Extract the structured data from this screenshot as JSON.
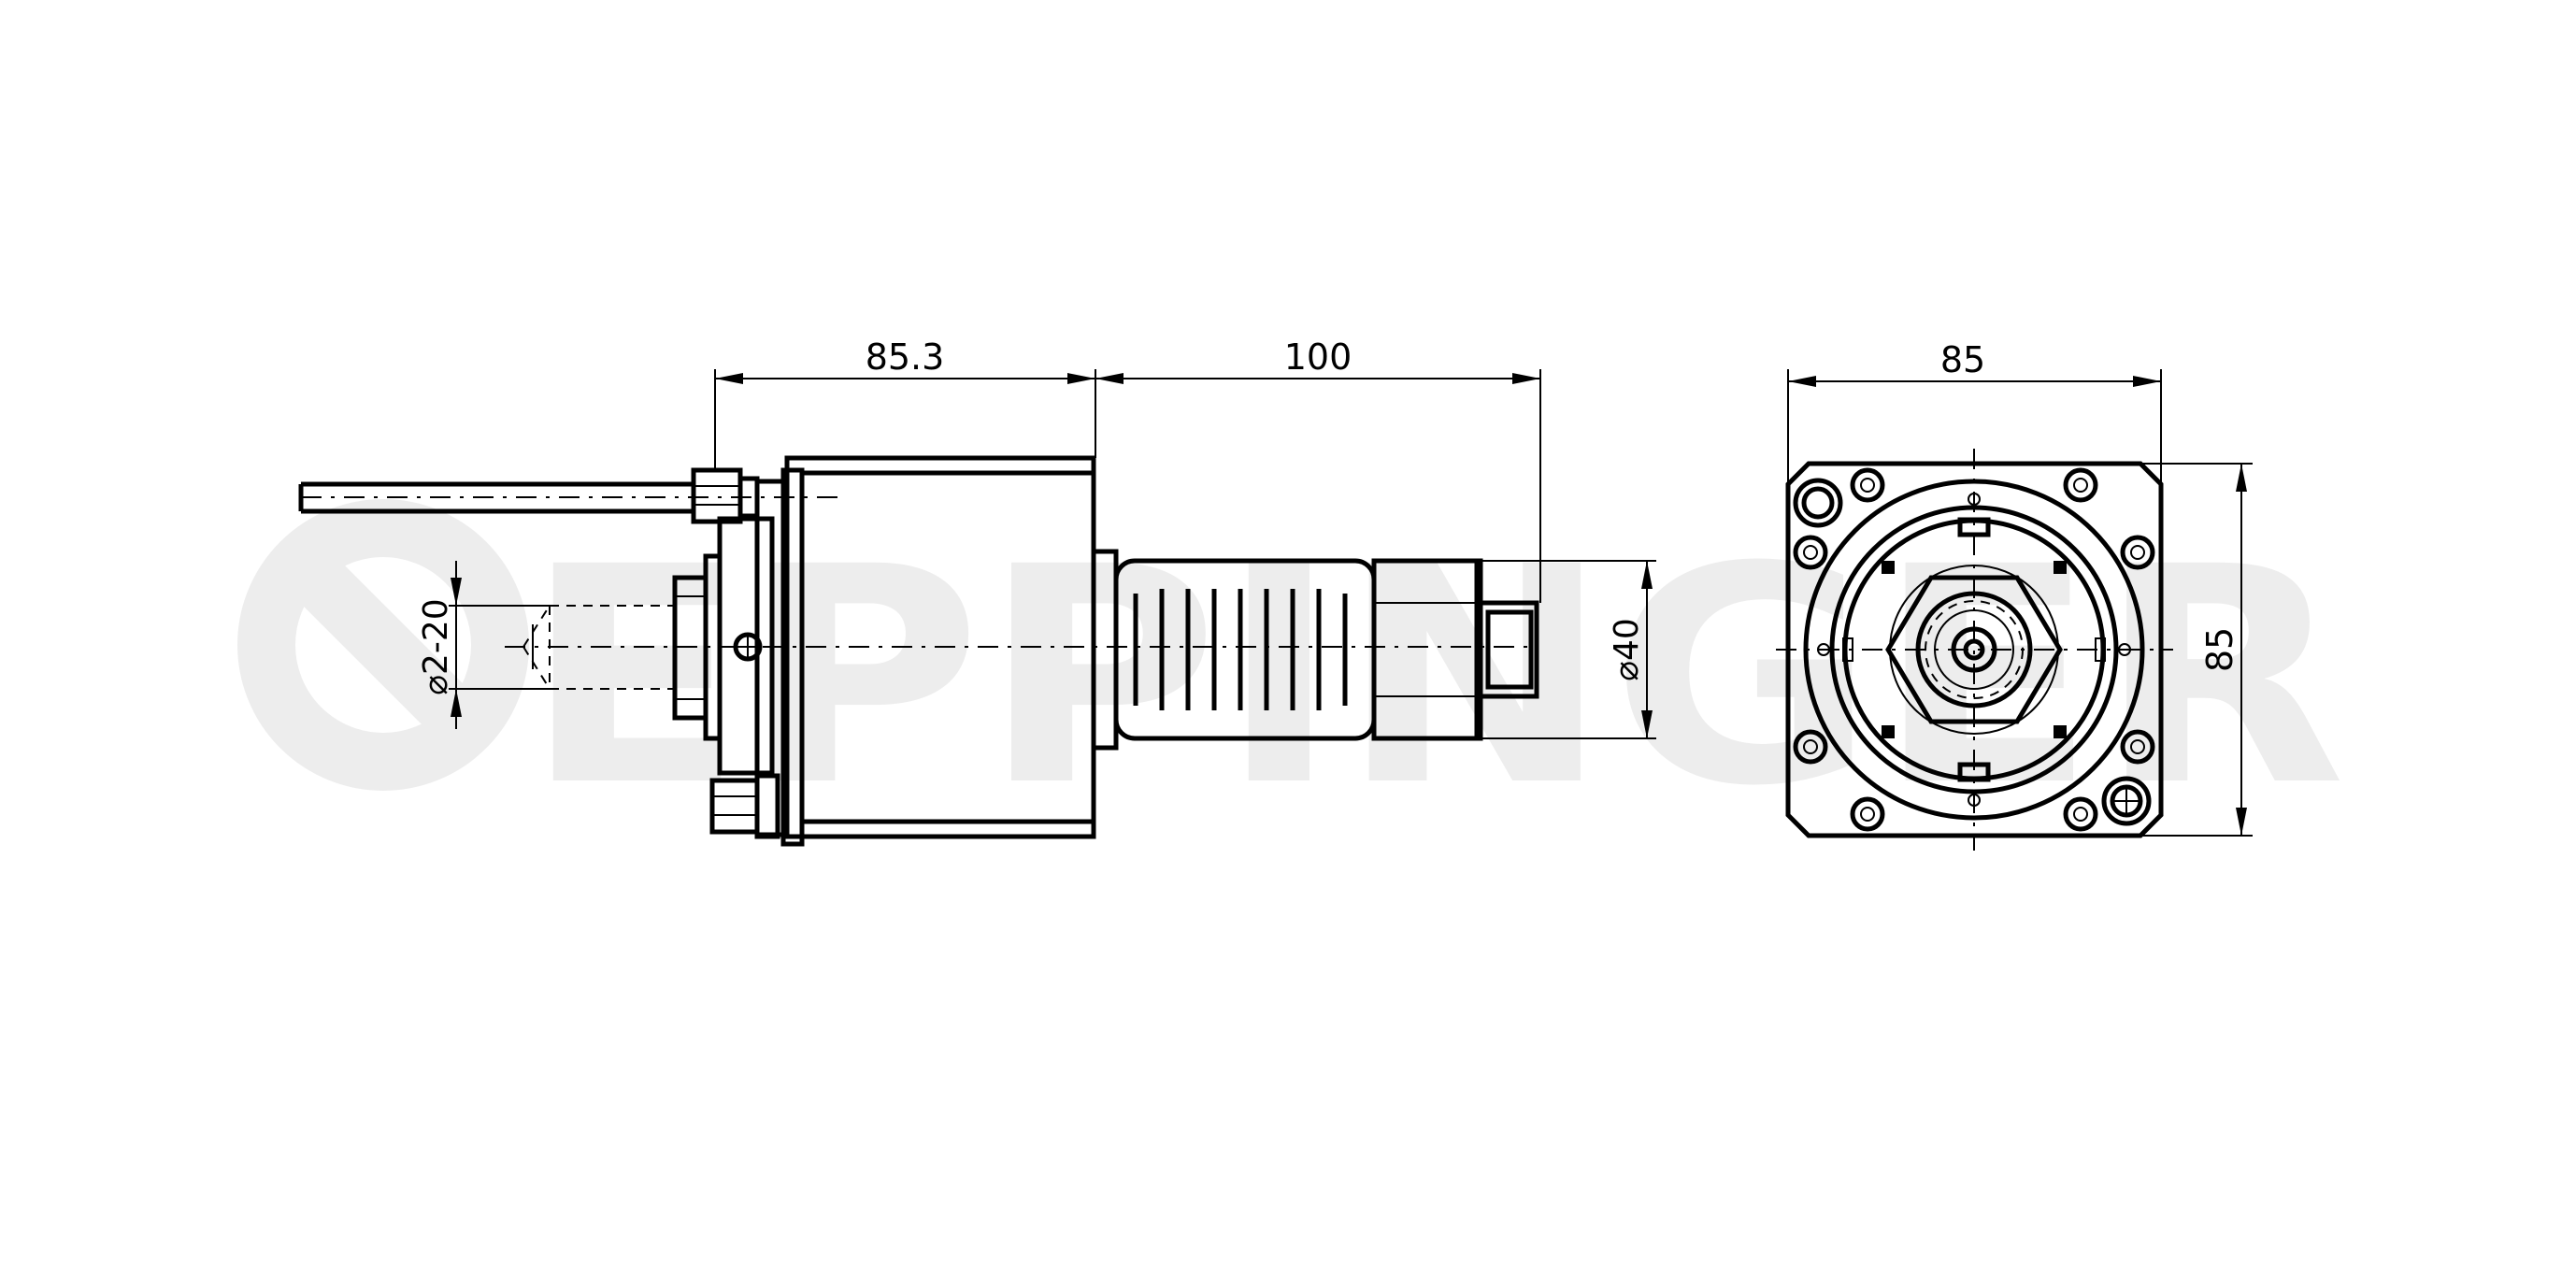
{
  "watermark": {
    "text": "EPPINGER",
    "color": "#ededed"
  },
  "dimensions": {
    "side_length_left": "85.3",
    "side_length_right": "100",
    "collet_range": "⌀2-20",
    "shank_diameter": "⌀40",
    "front_width": "85",
    "front_height": "85"
  },
  "colors": {
    "line": "#000000",
    "background": "#ffffff"
  }
}
